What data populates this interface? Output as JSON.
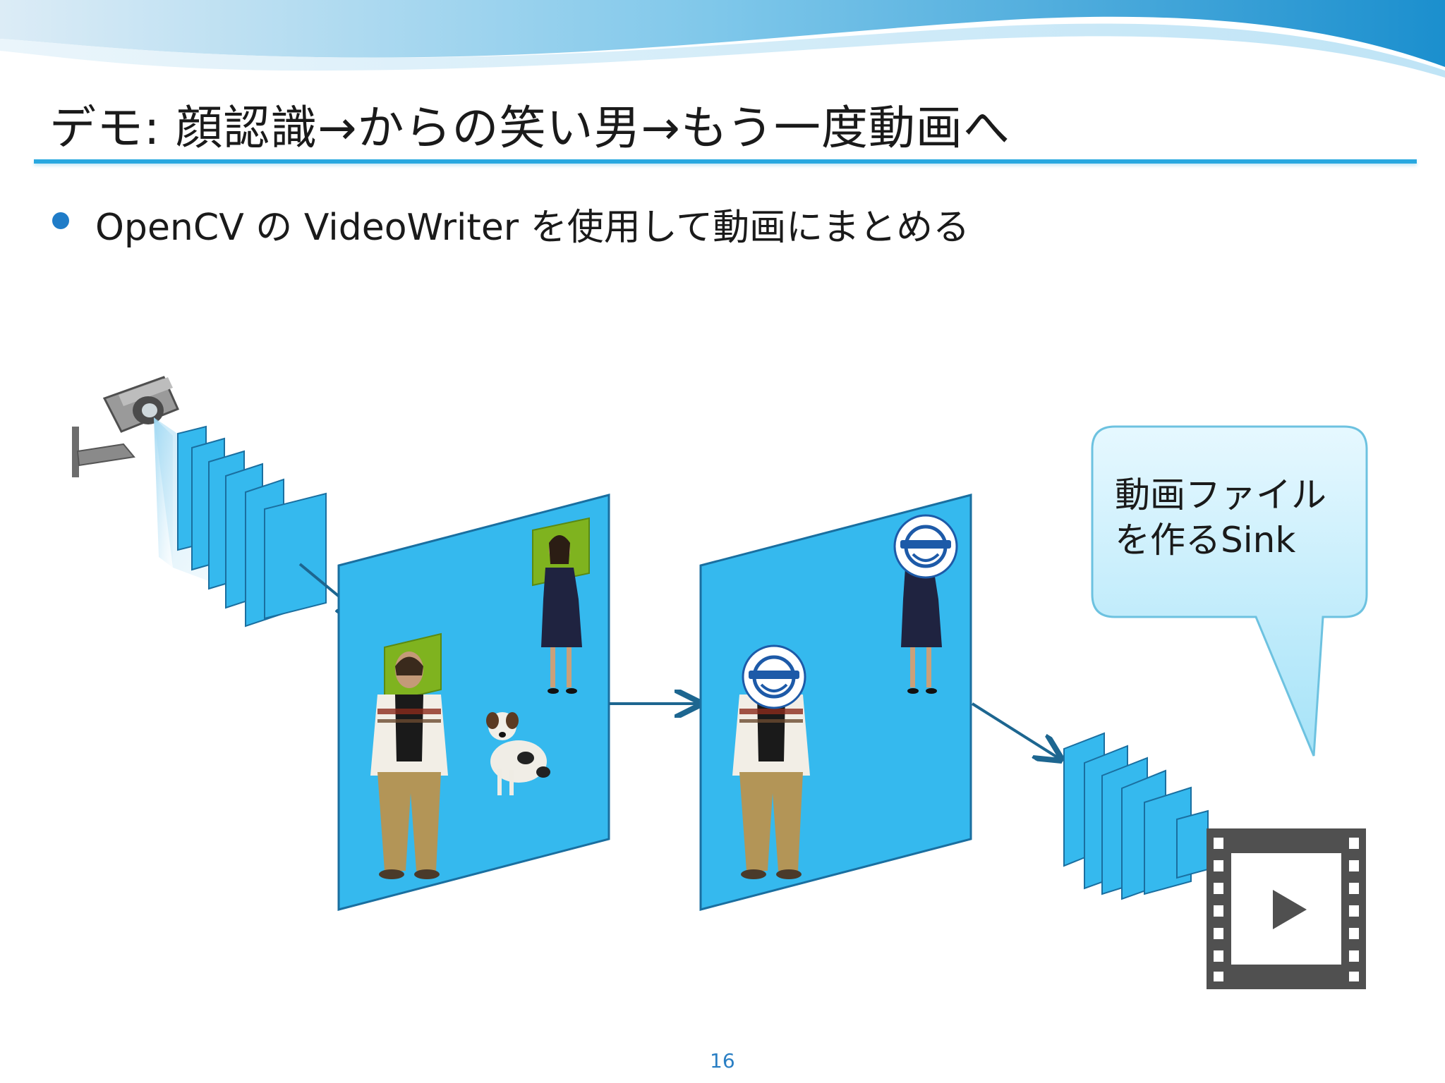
{
  "slide": {
    "title": "デモ: 顔認識→からの笑い男→もう一度動画へ",
    "bullet": "OpenCV の  VideoWriter を使用して動画にまとめる",
    "callout": {
      "line1": "動画ファイル",
      "line2": "を作るSink"
    },
    "page_number": "16"
  },
  "colors": {
    "accent": "#29a8e0",
    "frame_fill": "#35b9ee",
    "frame_stroke": "#1a6fa0",
    "arrow": "#1d6690",
    "face_box": "#7fb31f",
    "callout_fill": "#c9f0fd",
    "film_icon": "#505050"
  },
  "icons": [
    "cctv-camera-icon",
    "video-film-icon",
    "play-icon",
    "laughing-man-icon"
  ]
}
